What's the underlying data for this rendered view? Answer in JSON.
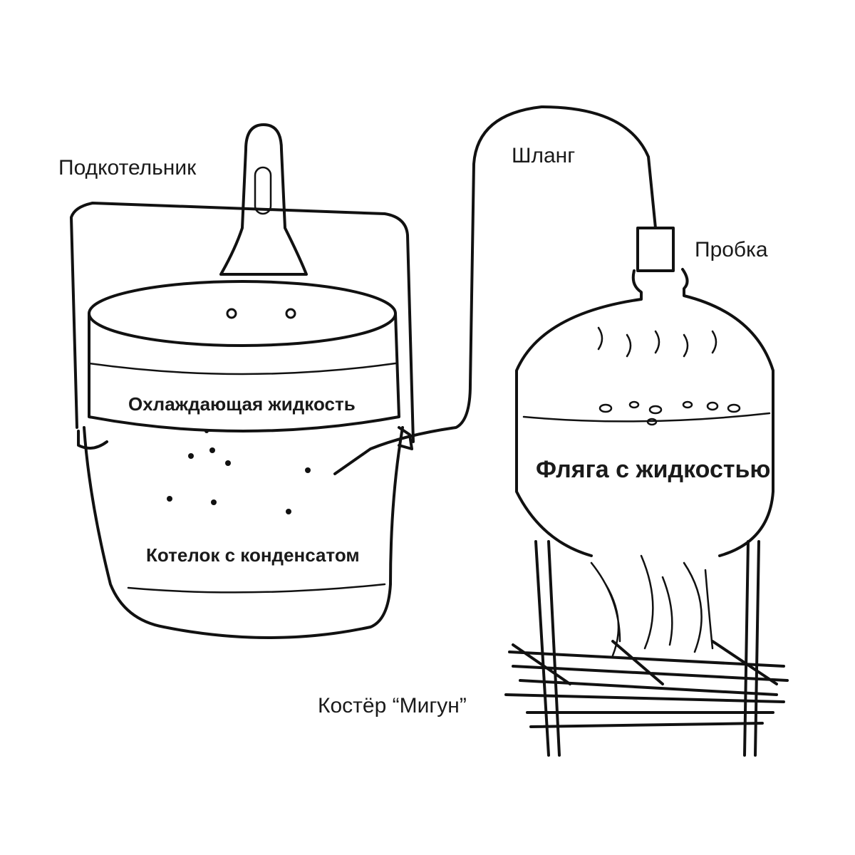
{
  "labels": {
    "pot_lid": "Подкотельник",
    "hose": "Шланг",
    "stopper": "Пробка",
    "coolant": "Охлаждающая жидкость",
    "condensate_pot": "Котелок с конденсатом",
    "flask": "Фляга с жидкостью",
    "fire": "Костёр “Мигун”"
  }
}
